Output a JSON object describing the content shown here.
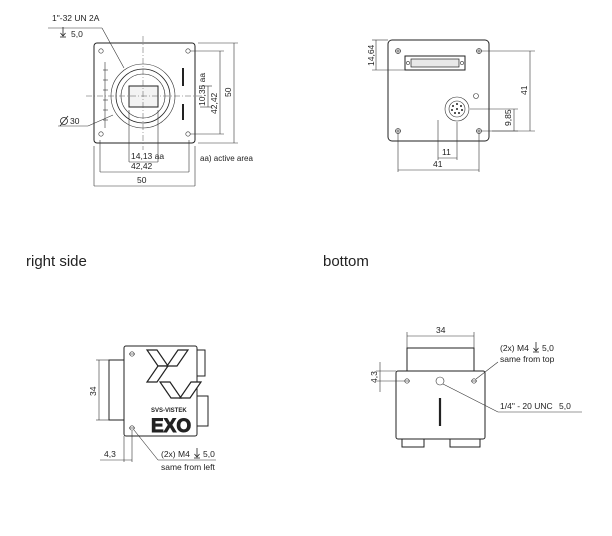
{
  "views": {
    "front": {
      "thread_spec": "1\"-32 UN 2A",
      "thread_depth": "5,0",
      "dia": "30",
      "dim_14_13": "14,13 aa",
      "dim_42_42_w": "42,42",
      "dim_50_w": "50",
      "dim_10_35": "10,35 aa",
      "dim_42_42_h": "42,42",
      "dim_50_h": "50",
      "note_active_area": "aa) active area"
    },
    "back": {
      "dim_14_64": "14,64",
      "dim_41_h": "41",
      "dim_9_85": "9,85",
      "dim_11": "11",
      "dim_41_w": "41"
    },
    "right_side": {
      "title": "right side",
      "dim_34": "34",
      "dim_4_3": "4,3",
      "hole_note_line1": "(2x) M4",
      "hole_depth": "5,0",
      "hole_note_line2": "same from left",
      "brand_small": "SVS-VISTEK",
      "brand_big": "EXO"
    },
    "bottom": {
      "title": "bottom",
      "dim_34": "34",
      "dim_4_3": "4,3",
      "hole_note_line1": "(2x) M4",
      "hole_depth": "5,0",
      "hole_note_line2": "same from top",
      "tripod_note": "1/4\" - 20 UNC",
      "tripod_depth": "5,0"
    }
  },
  "icons": [
    "depth-symbol-icon",
    "diameter-symbol-icon"
  ]
}
